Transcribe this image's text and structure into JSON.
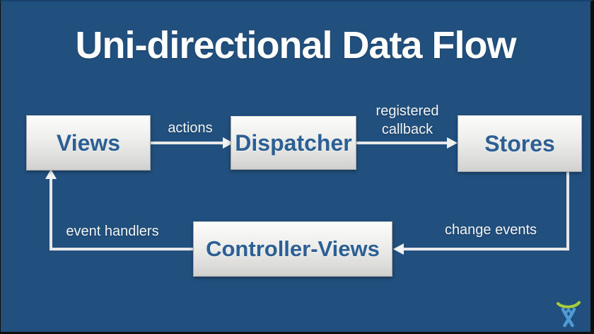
{
  "title": "Uni-directional Data Flow",
  "nodes": [
    {
      "id": "views",
      "label": "Views"
    },
    {
      "id": "dispatcher",
      "label": "Dispatcher"
    },
    {
      "id": "stores",
      "label": "Stores"
    },
    {
      "id": "controller-views",
      "label": "Controller-Views"
    }
  ],
  "edges": [
    {
      "from": "views",
      "to": "dispatcher",
      "label": "actions"
    },
    {
      "from": "dispatcher",
      "to": "stores",
      "label": "registered callback"
    },
    {
      "from": "stores",
      "to": "controller-views",
      "label": "change events"
    },
    {
      "from": "controller-views",
      "to": "views",
      "label": "event handlers"
    }
  ],
  "icons": {
    "watermark": "atlassian-logo"
  },
  "colors": {
    "slide_background": "#21507F",
    "node_text": "#2C5F94",
    "node_face_top": "#FCFCFB",
    "node_face_bottom": "#D0D0CE",
    "connector": "#E6E8EA",
    "edge_label_text": "#F2F4F6",
    "title_text": "#FFFFFF",
    "logo_green": "#A6CE39",
    "logo_blue": "#4E9BD4"
  }
}
